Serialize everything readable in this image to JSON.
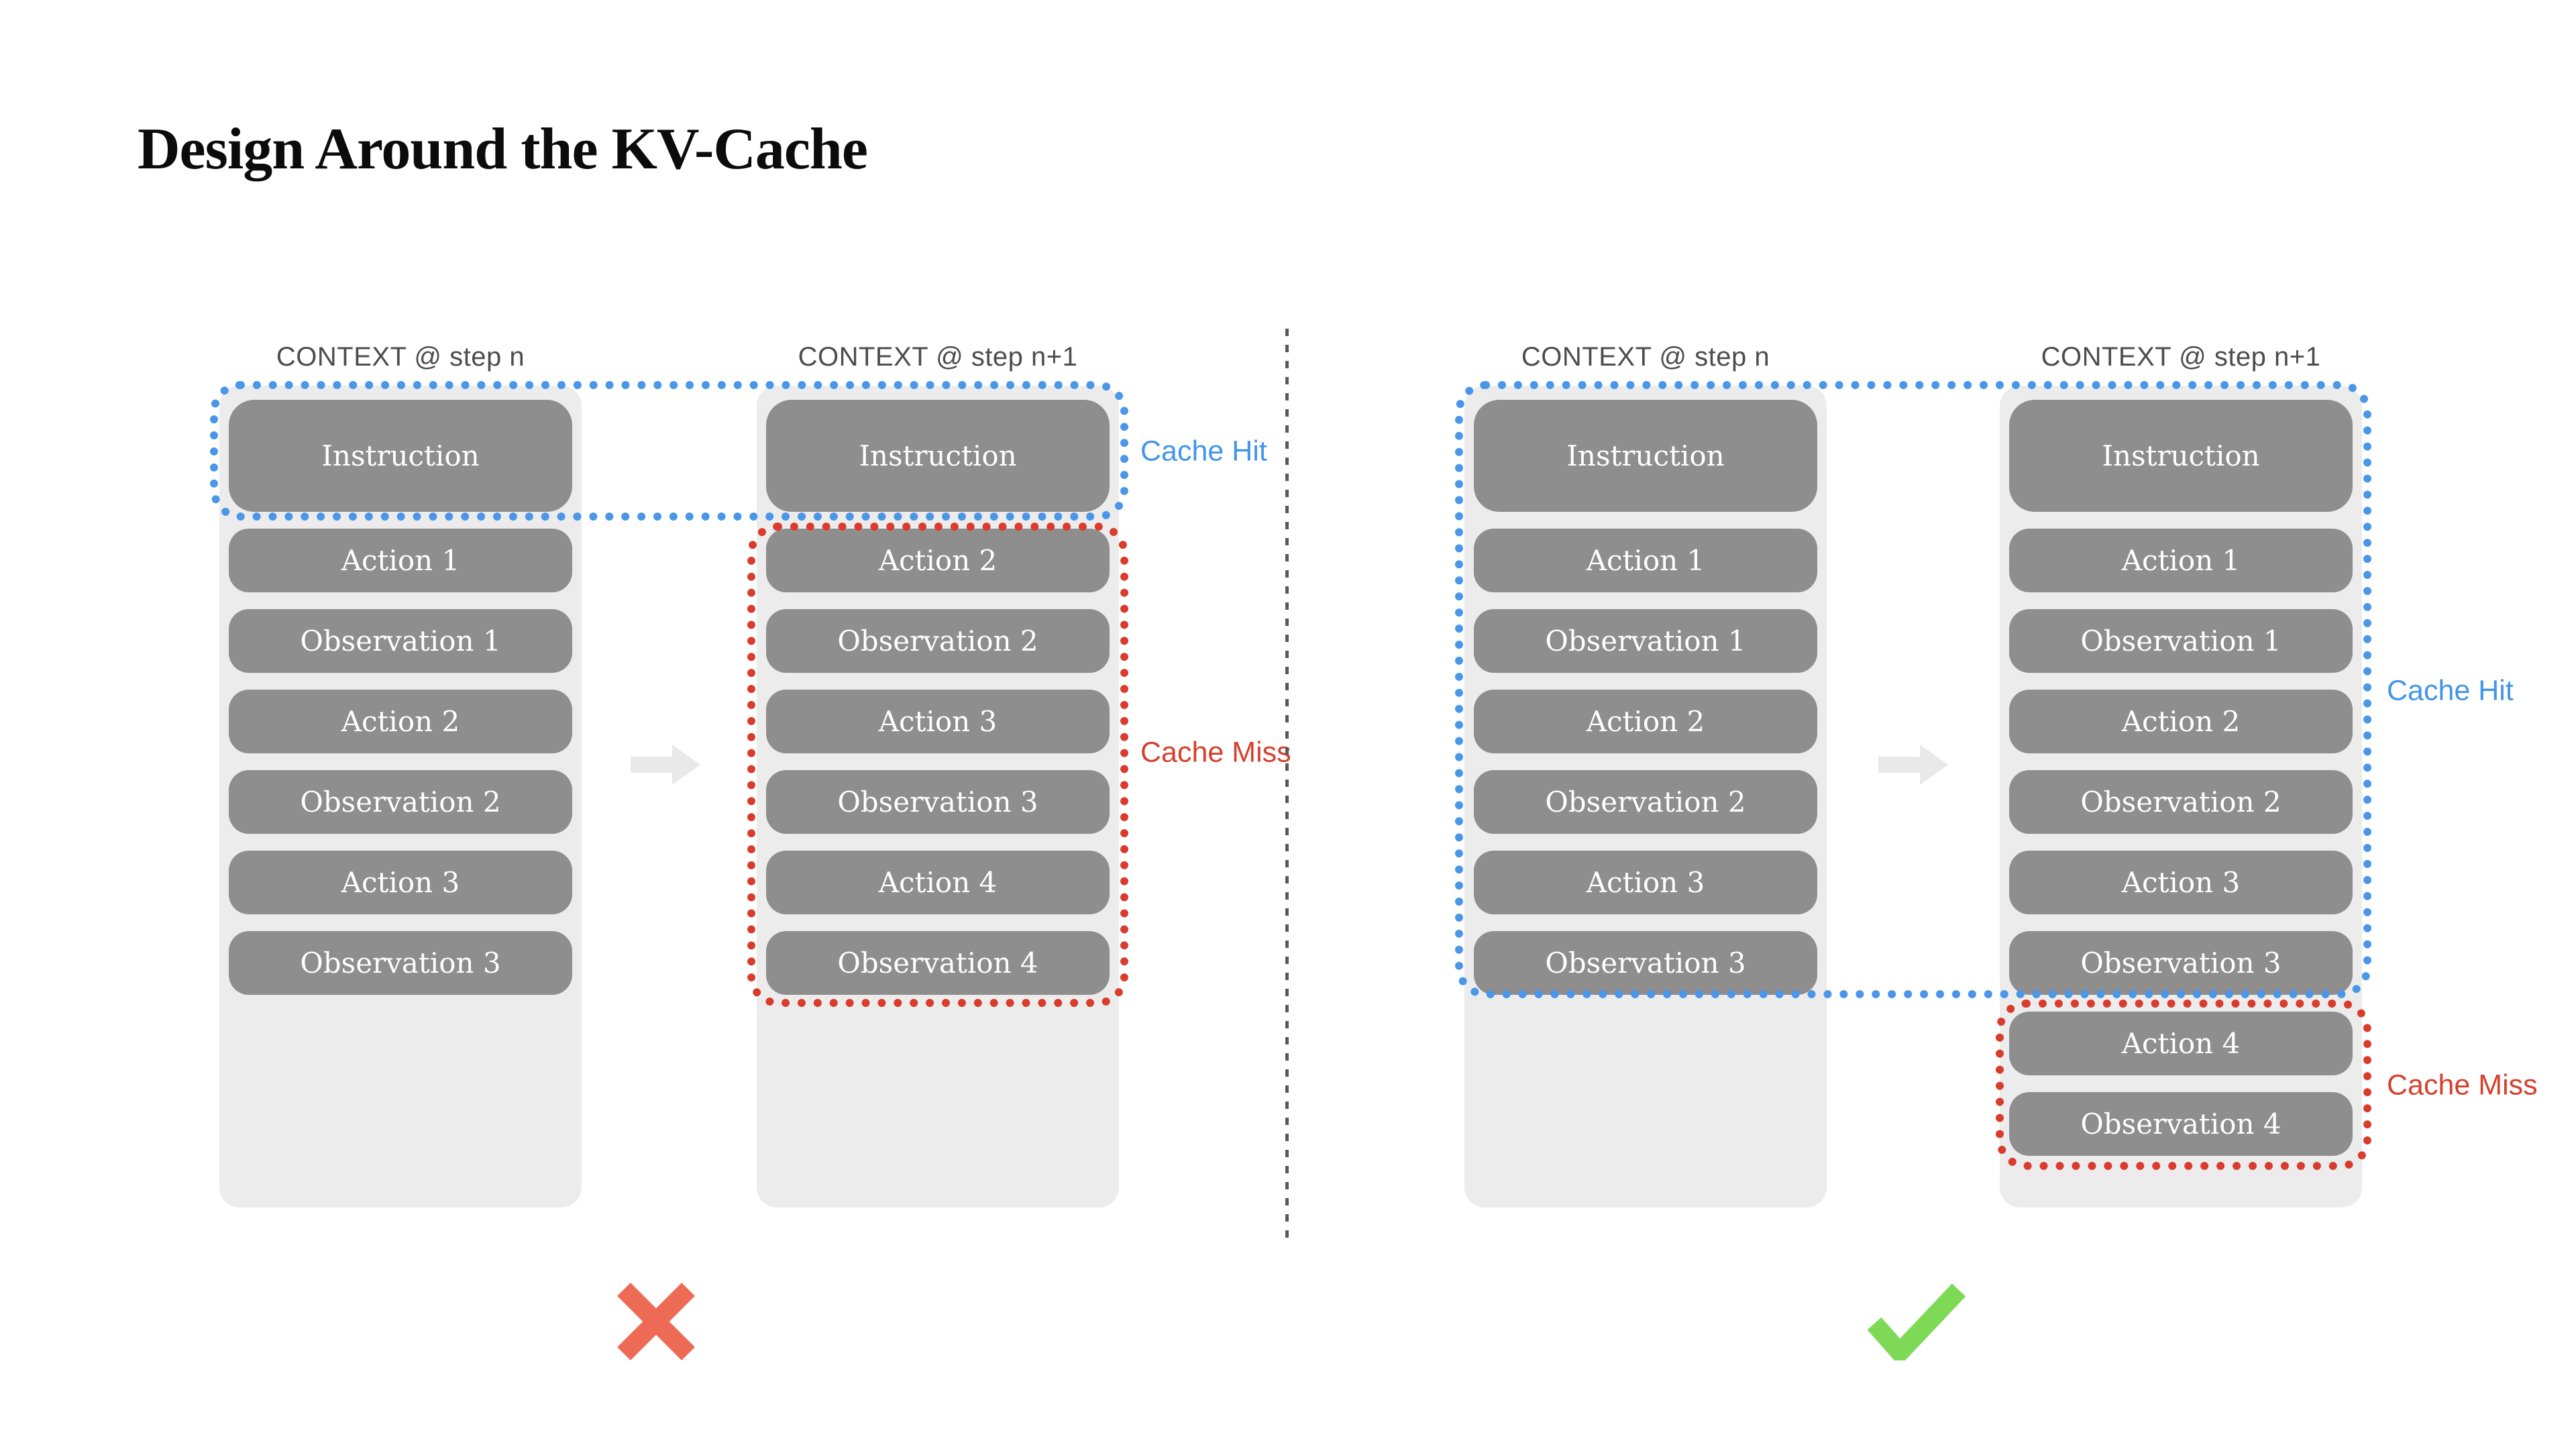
{
  "title": "Design Around the KV-Cache",
  "colors": {
    "cache_hit_blue": "#4a96e8",
    "cache_miss_red": "#da3c2c",
    "box_gray": "#8e8e8e",
    "column_bg": "#ececec",
    "header_gray": "#4d4d4d",
    "cross_red": "#ed6a55",
    "check_green": "#7ed957"
  },
  "panels": [
    {
      "name": "without-cache",
      "verdict": "cross",
      "cache_hit_label": "Cache Hit",
      "cache_miss_label": "Cache Miss",
      "columns": [
        {
          "header": "CONTEXT @ step n",
          "boxes": [
            "Instruction",
            "Action 1",
            "Observation 1",
            "Action 2",
            "Observation 2",
            "Action 3",
            "Observation 3"
          ]
        },
        {
          "header": "CONTEXT @ step n+1",
          "boxes": [
            "Instruction",
            "Action 2",
            "Observation 2",
            "Action 3",
            "Observation 3",
            "Action 4",
            "Observation 4"
          ]
        }
      ]
    },
    {
      "name": "with-cache",
      "verdict": "check",
      "cache_hit_label": "Cache Hit",
      "cache_miss_label": "Cache Miss",
      "columns": [
        {
          "header": "CONTEXT @ step n",
          "boxes": [
            "Instruction",
            "Action 1",
            "Observation 1",
            "Action 2",
            "Observation 2",
            "Action 3",
            "Observation 3"
          ]
        },
        {
          "header": "CONTEXT @ step n+1",
          "boxes": [
            "Instruction",
            "Action 1",
            "Observation 1",
            "Action 2",
            "Observation 2",
            "Action 3",
            "Observation 3",
            "Action 4",
            "Observation 4"
          ]
        }
      ]
    }
  ]
}
